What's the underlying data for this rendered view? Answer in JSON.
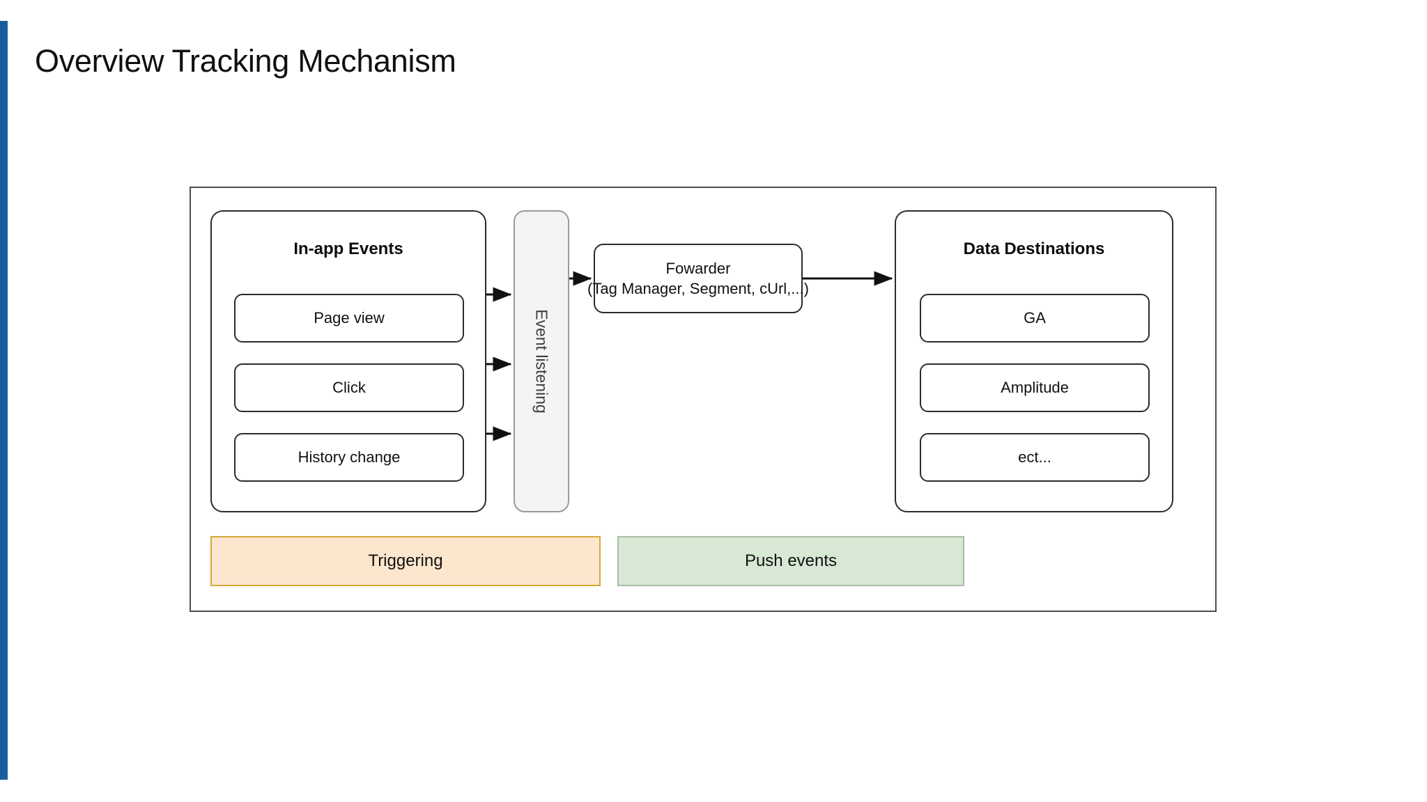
{
  "slide": {
    "title": "Overview Tracking Mechanism",
    "accent_color": "#175E9E"
  },
  "diagram": {
    "in_app_events": {
      "title": "In-app Events",
      "items": [
        {
          "label": "Page view"
        },
        {
          "label": "Click"
        },
        {
          "label": "History change"
        }
      ]
    },
    "event_listening": {
      "label": "Event listening",
      "fill_color": "#f4f4f4"
    },
    "forwarder": {
      "line1": "Fowarder",
      "line2": "(Tag Manager, Segment, cUrl,...)"
    },
    "data_destinations": {
      "title": "Data Destinations",
      "items": [
        {
          "label": "GA"
        },
        {
          "label": "Amplitude"
        },
        {
          "label": "ect..."
        }
      ]
    },
    "legend": [
      {
        "label": "Triggering",
        "fill_color": "#fce6cd",
        "border_color": "#d6a939"
      },
      {
        "label": "Push events",
        "fill_color": "#d7e8d5",
        "border_color": "#a8bfa3"
      }
    ]
  }
}
